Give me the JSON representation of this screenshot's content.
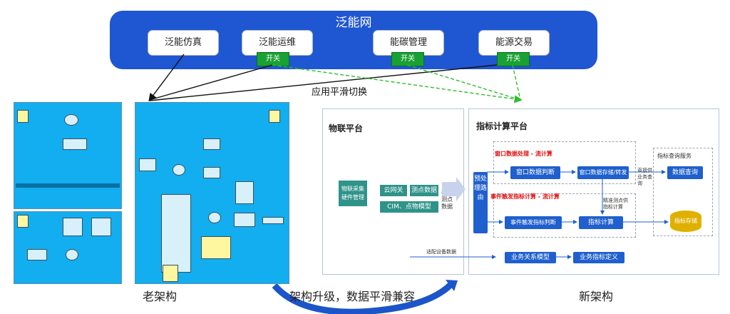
{
  "top": {
    "title": "泛能网",
    "apps": [
      "泛能仿真",
      "泛能运维",
      "能碳管理",
      "能源交易"
    ],
    "switch_label": "开关"
  },
  "transition_label": "应用平滑切换",
  "captions": {
    "old": "老架构",
    "upgrade": "架构升级，数据平滑兼容",
    "new": "新架构"
  },
  "new_arch": {
    "iot_title": "物联平台",
    "iot_collect": "物联采集\n硬件管理",
    "cloud_gateway": "云网关",
    "point_data": "测点数据",
    "cim": "CIM、点物模型",
    "standard_points": "标准测点数据",
    "adapt_device": "适配设备数据",
    "metric_title": "指标计算平台",
    "preprocess": "预处理路由",
    "window_section": "窗口数据处理 - 流计算",
    "window_judge": "窗口数据判断",
    "window_store": "窗口数据存储/转发",
    "event_section": "事件触发指标计算 - 流计算",
    "event_judge": "事件触发指标判断",
    "metric_calc": "指标计算",
    "fine_points": "精准测点供指标计算",
    "direct_query": "直接供业务查询",
    "query_service": "指标查询服务",
    "data_query": "数据查询",
    "metric_store": "指标存储",
    "biz_model": "业务关系模型",
    "biz_metric": "业务指标定义"
  },
  "colors": {
    "top_bar": "#1f56d1",
    "switch": "#19a133",
    "old_panel": "#12aef0",
    "teal": "#2f938a",
    "blue_box": "#1f5fce",
    "accent_red": "#e01010"
  }
}
